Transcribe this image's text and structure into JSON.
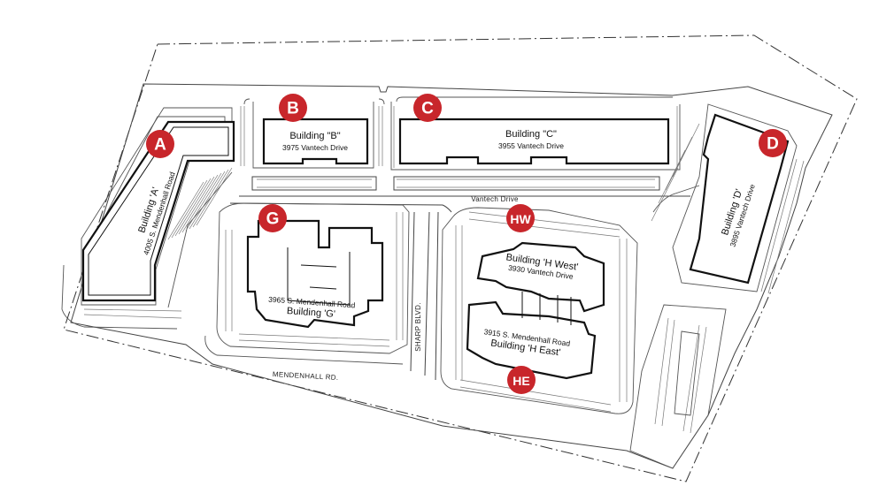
{
  "buildings": [
    {
      "id": "A",
      "name": "Building 'A'",
      "address": "4005 S. Mendenhall Road"
    },
    {
      "id": "B",
      "name": "Building \"B\"",
      "address": "3975 Vantech Drive"
    },
    {
      "id": "C",
      "name": "Building \"C\"",
      "address": "3955 Vantech Drive"
    },
    {
      "id": "D",
      "name": "Building 'D'",
      "address": "3895 Vantech Drive"
    },
    {
      "id": "G",
      "name": "Building 'G'",
      "address": "3965 S. Mendenhall Road"
    },
    {
      "id": "HW",
      "name": "Building 'H West'",
      "address": "3930 Vantech Drive"
    },
    {
      "id": "HE",
      "name": "Building 'H East'",
      "address": "3915 S. Mendenhall Road"
    }
  ],
  "streets": {
    "vantech": "Vantech Drive",
    "mendenhall": "MENDENHALL RD.",
    "sharp": "SHARP BLVD."
  },
  "colors": {
    "marker": "#c8262b",
    "marker_text": "#ffffff",
    "lines": "#111111"
  }
}
